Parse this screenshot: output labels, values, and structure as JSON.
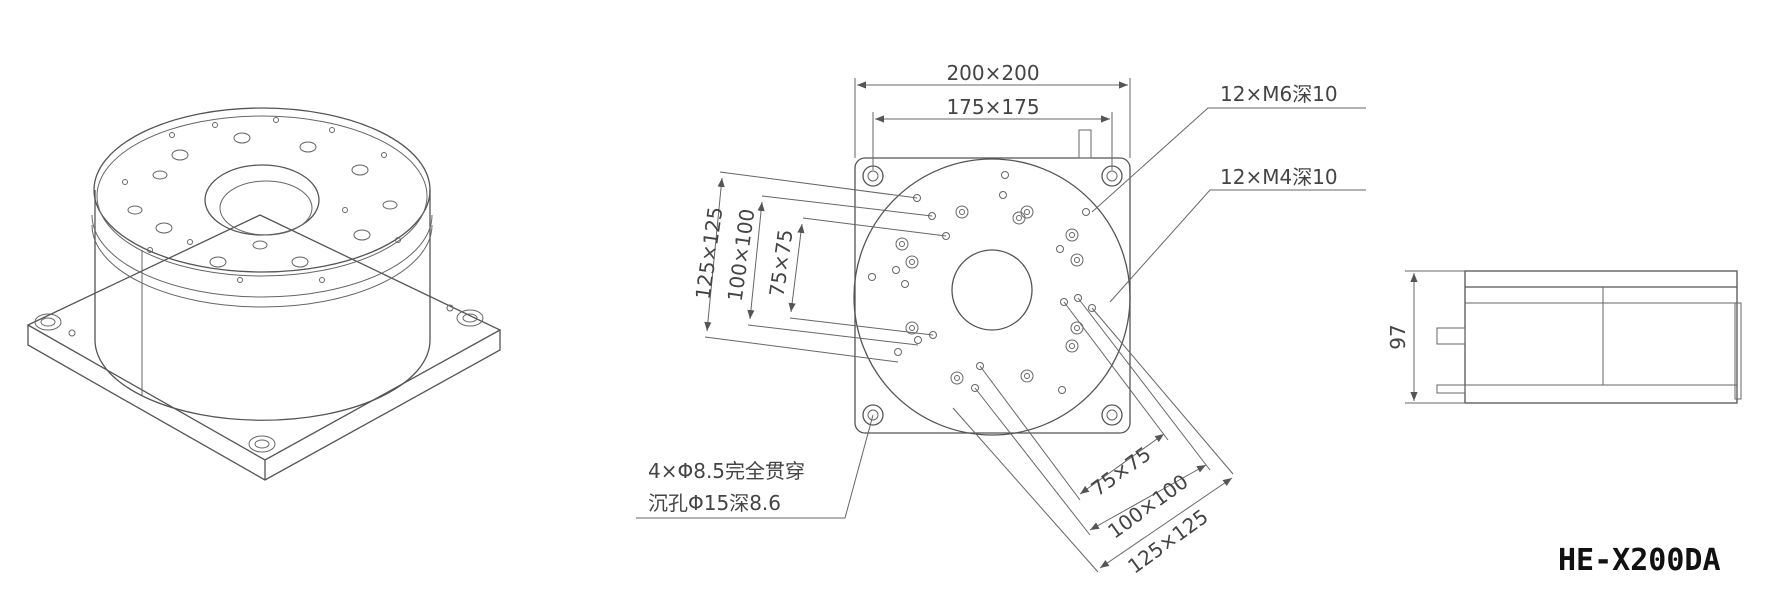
{
  "model": "HE-X200DA",
  "front_view": {
    "outer": "200×200",
    "inner": "175×175",
    "callout_m6": "12×M6深10",
    "callout_m4": "12×M4深10",
    "left_dims": [
      "125×125",
      "100×100",
      "75×75"
    ],
    "bottom_dims": [
      "75×75",
      "100×100",
      "125×125"
    ],
    "hole_note_line1": "4×Φ8.5完全贯穿",
    "hole_note_line2": "沉孔Φ15深8.6"
  },
  "side_view": {
    "height": "97"
  }
}
